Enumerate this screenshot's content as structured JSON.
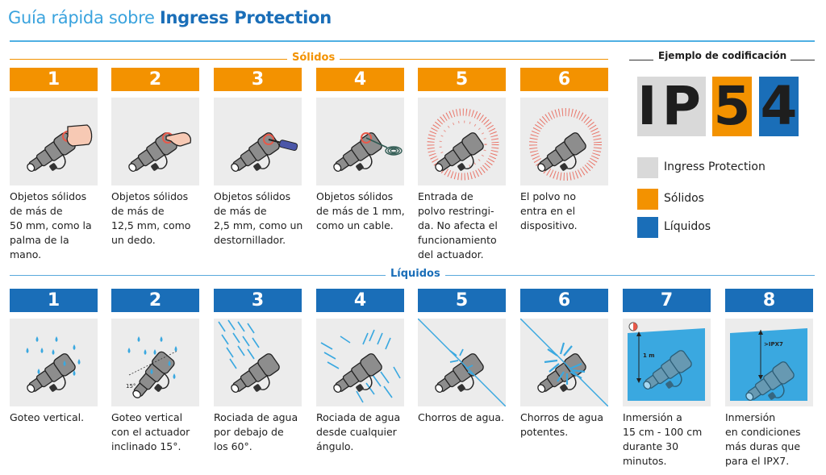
{
  "header": {
    "title_light": "Guía rápida sobre",
    "title_bold": "Ingress Protection"
  },
  "colors": {
    "solids": "#f39200",
    "liquids": "#1a6eb8",
    "ingress": "#d9d9d9",
    "title_light": "#3aa3de",
    "water": "#3aa8e0",
    "dust": "#e8594a"
  },
  "solids": {
    "label": "Sólidos",
    "items": [
      {
        "number": "1",
        "icon": "hand-palm-icon",
        "text": "Objetos sólidos\nde más de\n50 mm, como la\npalma de la\nmano."
      },
      {
        "number": "2",
        "icon": "finger-icon",
        "text": "Objetos sólidos\nde más de\n12,5 mm, como\nun dedo."
      },
      {
        "number": "3",
        "icon": "screwdriver-icon",
        "text": "Objetos sólidos\nde más de\n2,5 mm, como un\ndestornillador."
      },
      {
        "number": "4",
        "icon": "cable-icon",
        "text": "Objetos sólidos\nde más de 1 mm,\ncomo un cable."
      },
      {
        "number": "5",
        "icon": "dust-restricted-icon",
        "text": "Entrada de\npolvo restringi-\nda. No afecta el\nfuncionamiento\ndel actuador."
      },
      {
        "number": "6",
        "icon": "dust-tight-icon",
        "text": "El polvo no\nentra en el\ndispositivo."
      }
    ]
  },
  "liquids": {
    "label": "Líquidos",
    "items": [
      {
        "number": "1",
        "icon": "vertical-drip-icon",
        "text": "Goteo vertical."
      },
      {
        "number": "2",
        "icon": "tilted-drip-icon",
        "text": "Goteo vertical\ncon el actuador\ninclinado 15°.",
        "angle_label": "15°"
      },
      {
        "number": "3",
        "icon": "spray-60-icon",
        "text": "Rociada de agua\npor debajo de\nlos 60°."
      },
      {
        "number": "4",
        "icon": "spray-any-angle-icon",
        "text": "Rociada de agua\ndesde cualquier\nángulo."
      },
      {
        "number": "5",
        "icon": "water-jet-icon",
        "text": "Chorros de agua."
      },
      {
        "number": "6",
        "icon": "powerful-jet-icon",
        "text": "Chorros de agua\npotentes."
      },
      {
        "number": "7",
        "icon": "immersion-1m-icon",
        "text": "Inmersión a\n15 cm - 100 cm\ndurante 30\nminutos.",
        "depth_label": "1 m"
      },
      {
        "number": "8",
        "icon": "immersion-deep-icon",
        "text": "Inmersión\nen condiciones\nmás duras que\npara el IPX7.",
        "depth_label": ">IPX7"
      }
    ]
  },
  "example": {
    "heading": "Ejemplo de codificación",
    "code_ip": "IP",
    "code_solid": "5",
    "code_liquid": "4",
    "legend": [
      {
        "label": "Ingress Protection",
        "color": "#d9d9d9"
      },
      {
        "label": "Sólidos",
        "color": "#f39200"
      },
      {
        "label": "Líquidos",
        "color": "#1a6eb8"
      }
    ]
  }
}
